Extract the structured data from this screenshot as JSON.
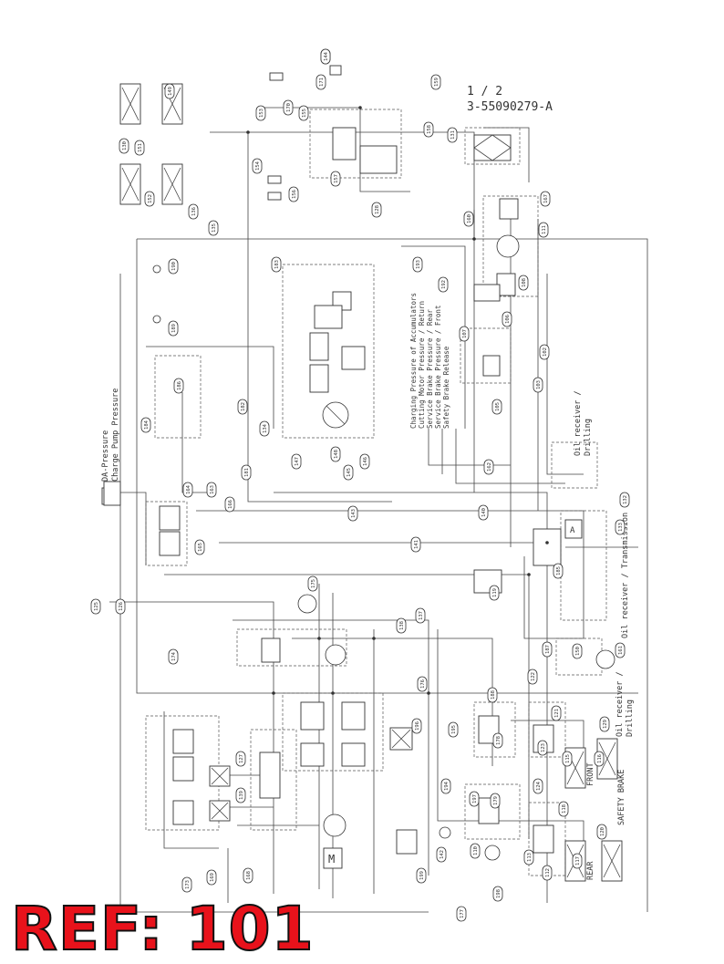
{
  "sheet": {
    "page": "1 / 2",
    "drawing_number": "3-55090279-A"
  },
  "stamp": {
    "text": "REF: 101"
  },
  "function_legend": [
    "Charging Pressure of Accumulators",
    "Cutting Motor Pressure / Return",
    "Service Brake Pressure / Rear",
    "Service Brake Pressure / Front",
    "Safety Brake Release"
  ],
  "side_labels": {
    "charge_pump_1": "DA-Pressure",
    "charge_pump_2": "Charge Pump Pressure",
    "oil_receiver_drilling_top_1": "Oil receiver /",
    "oil_receiver_drilling_top_2": "Drilling",
    "oil_receiver_transmission": "Oil receiver / Transmission",
    "oil_receiver_drilling_bottom_1": "Oil receiver /",
    "oil_receiver_drilling_bottom_2": "Drilling",
    "front": "FRONT",
    "safety_brake": "SAFETY BRAKE",
    "rear": "REAR",
    "motor_m": "M",
    "accumulator_a": "A"
  },
  "callouts": [
    "180",
    "171",
    "170",
    "155",
    "130",
    "151",
    "152",
    "149",
    "167",
    "160",
    "159",
    "158",
    "157",
    "156",
    "154",
    "153",
    "131",
    "128",
    "111",
    "108",
    "107",
    "106",
    "105",
    "103",
    "102",
    "192",
    "193",
    "190",
    "189",
    "186",
    "184",
    "183",
    "182",
    "181",
    "134",
    "135",
    "136",
    "125",
    "126",
    "127",
    "139",
    "138",
    "137",
    "140",
    "141",
    "143",
    "145",
    "146",
    "147",
    "148",
    "162",
    "163",
    "164",
    "165",
    "166",
    "168",
    "169",
    "173",
    "174",
    "175",
    "176",
    "177",
    "178",
    "179",
    "110",
    "112",
    "113",
    "115",
    "116",
    "117",
    "118",
    "119",
    "120",
    "121",
    "122",
    "123",
    "124",
    "129",
    "132",
    "133",
    "150",
    "161",
    "185",
    "187",
    "188",
    "194",
    "195",
    "196",
    "197",
    "198",
    "199",
    "142",
    "144"
  ]
}
